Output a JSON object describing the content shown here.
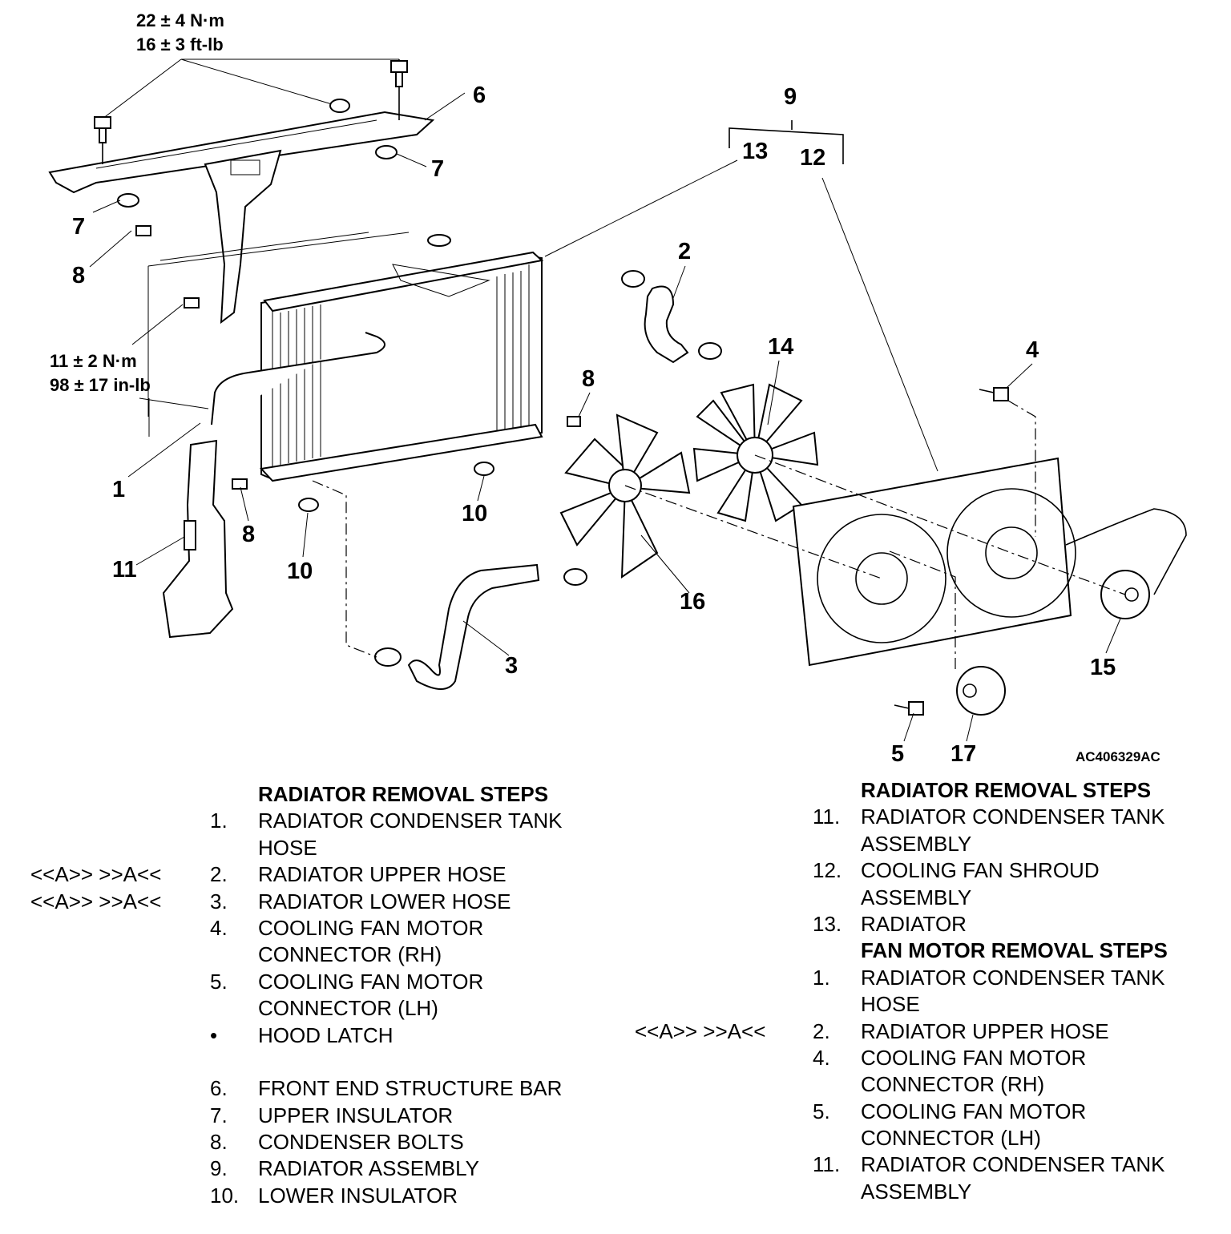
{
  "diagram": {
    "torque_top": [
      "22 ± 4 N·m",
      "16 ± 3 ft-lb"
    ],
    "torque_side": [
      "11 ± 2 N·m",
      "98 ± 17 in-lb"
    ],
    "figure_id": "AC406329AC",
    "callouts": {
      "c1": "1",
      "c2": "2",
      "c3": "3",
      "c4": "4",
      "c5": "5",
      "c6": "6",
      "c7a": "7",
      "c7b": "7",
      "c8a": "8",
      "c8b": "8",
      "c8c": "8",
      "c9": "9",
      "c10a": "10",
      "c10b": "10",
      "c11": "11",
      "c12": "12",
      "c13": "13",
      "c14": "14",
      "c15": "15",
      "c16": "16",
      "c17": "17"
    }
  },
  "radiator_steps_left": {
    "heading": "RADIATOR REMOVAL STEPS",
    "items": [
      {
        "mark": "",
        "num": "1.",
        "lines": [
          "RADIATOR CONDENSER TANK",
          "HOSE"
        ]
      },
      {
        "mark": "<<A>>   >>A<<",
        "num": "2.",
        "lines": [
          "RADIATOR UPPER HOSE"
        ]
      },
      {
        "mark": "<<A>>   >>A<<",
        "num": "3.",
        "lines": [
          "RADIATOR LOWER HOSE"
        ]
      },
      {
        "mark": "",
        "num": "4.",
        "lines": [
          "COOLING FAN MOTOR",
          "CONNECTOR (RH)"
        ]
      },
      {
        "mark": "",
        "num": "5.",
        "lines": [
          "COOLING FAN MOTOR",
          "CONNECTOR (LH)"
        ]
      },
      {
        "mark": "",
        "num": "•",
        "lines": [
          "HOOD LATCH"
        ]
      },
      {
        "mark": "",
        "num": "6.",
        "lines": [
          "FRONT END STRUCTURE BAR"
        ]
      },
      {
        "mark": "",
        "num": "7.",
        "lines": [
          "UPPER INSULATOR"
        ]
      },
      {
        "mark": "",
        "num": "8.",
        "lines": [
          "CONDENSER BOLTS"
        ]
      },
      {
        "mark": "",
        "num": "9.",
        "lines": [
          "RADIATOR ASSEMBLY"
        ]
      },
      {
        "mark": "",
        "num": "10.",
        "lines": [
          "LOWER INSULATOR"
        ]
      }
    ]
  },
  "radiator_steps_right": {
    "heading": "RADIATOR REMOVAL STEPS",
    "items": [
      {
        "mark": "",
        "num": "11.",
        "lines": [
          "RADIATOR CONDENSER TANK",
          "ASSEMBLY"
        ]
      },
      {
        "mark": "",
        "num": "12.",
        "lines": [
          "COOLING FAN SHROUD",
          "ASSEMBLY"
        ]
      },
      {
        "mark": "",
        "num": "13.",
        "lines": [
          "RADIATOR"
        ]
      }
    ]
  },
  "fan_motor_steps": {
    "heading": "FAN MOTOR REMOVAL STEPS",
    "items": [
      {
        "mark": "",
        "num": "1.",
        "lines": [
          "RADIATOR CONDENSER TANK",
          "HOSE"
        ]
      },
      {
        "mark": "<<A>>   >>A<<",
        "num": "2.",
        "lines": [
          "RADIATOR UPPER HOSE"
        ]
      },
      {
        "mark": "",
        "num": "4.",
        "lines": [
          "COOLING FAN MOTOR",
          "CONNECTOR (RH)"
        ]
      },
      {
        "mark": "",
        "num": "5.",
        "lines": [
          "COOLING FAN MOTOR",
          "CONNECTOR (LH)"
        ]
      },
      {
        "mark": "",
        "num": "11.",
        "lines": [
          "RADIATOR CONDENSER TANK",
          "ASSEMBLY"
        ]
      }
    ]
  }
}
